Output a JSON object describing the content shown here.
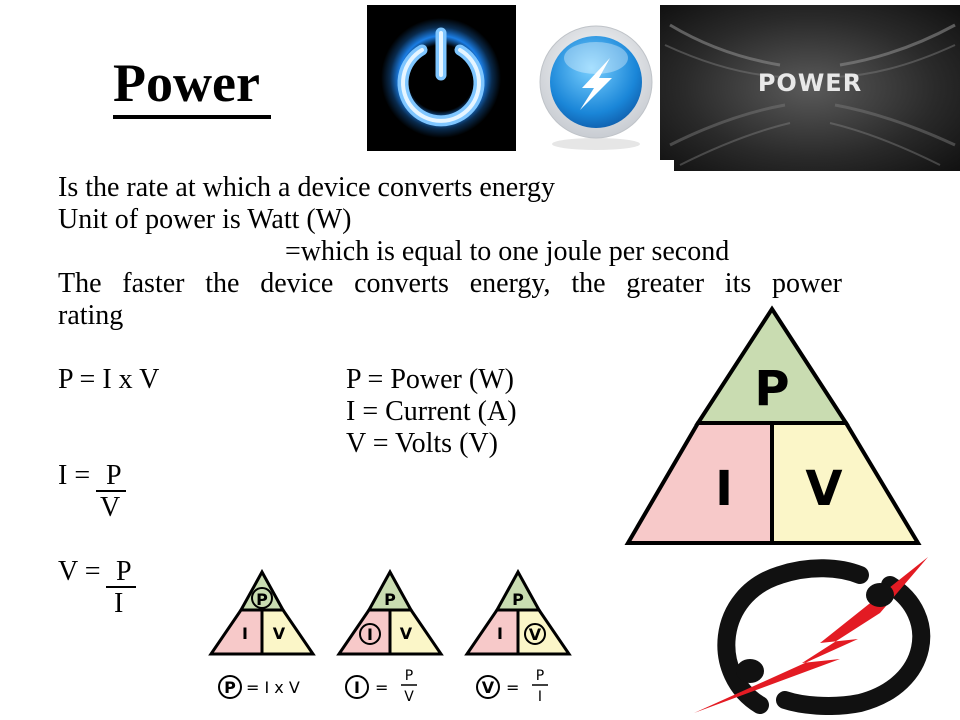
{
  "slide": {
    "title": "Power",
    "lines": {
      "def": "Is the rate at which a device converts energy",
      "unit": "Unit of power is Watt (W)",
      "joule": "=which is equal to one joule per second",
      "faster1": "The faster the device converts energy, the greater its power",
      "faster2": "rating"
    },
    "formula_main": "P = I x V",
    "legend": {
      "p": "P = Power (W)",
      "i": "I = Current (A)",
      "v": "V = Volts (V)"
    },
    "formula_i": {
      "lhs": "I = ",
      "num": "P",
      "den": "V"
    },
    "formula_v": {
      "lhs": "V = ",
      "num": "P",
      "den": "I"
    }
  },
  "images": {
    "power_button_icon": "power-button-icon",
    "lightning_orb_icon": "lightning-orb-icon",
    "power_banner_text": "POWER"
  },
  "big_triangle": {
    "top": "P",
    "left": "I",
    "right": "V"
  },
  "small_triangles": [
    {
      "top": "P",
      "left": "I",
      "right": "V",
      "eq_sym": "P",
      "eq_rhs": "= I x V"
    },
    {
      "top": "P",
      "left": "I",
      "right": "V",
      "eq_sym": "I",
      "eq_num": "P",
      "eq_den": "V"
    },
    {
      "top": "P",
      "left": "I",
      "right": "V",
      "eq_sym": "V",
      "eq_num": "P",
      "eq_den": "I"
    }
  ],
  "colors": {
    "green": "#c9dcb1",
    "pink": "#f7c9c9",
    "yellow": "#fbf6c8",
    "blue_glow": "#1e8cff",
    "red_bolt": "#e31b23"
  }
}
